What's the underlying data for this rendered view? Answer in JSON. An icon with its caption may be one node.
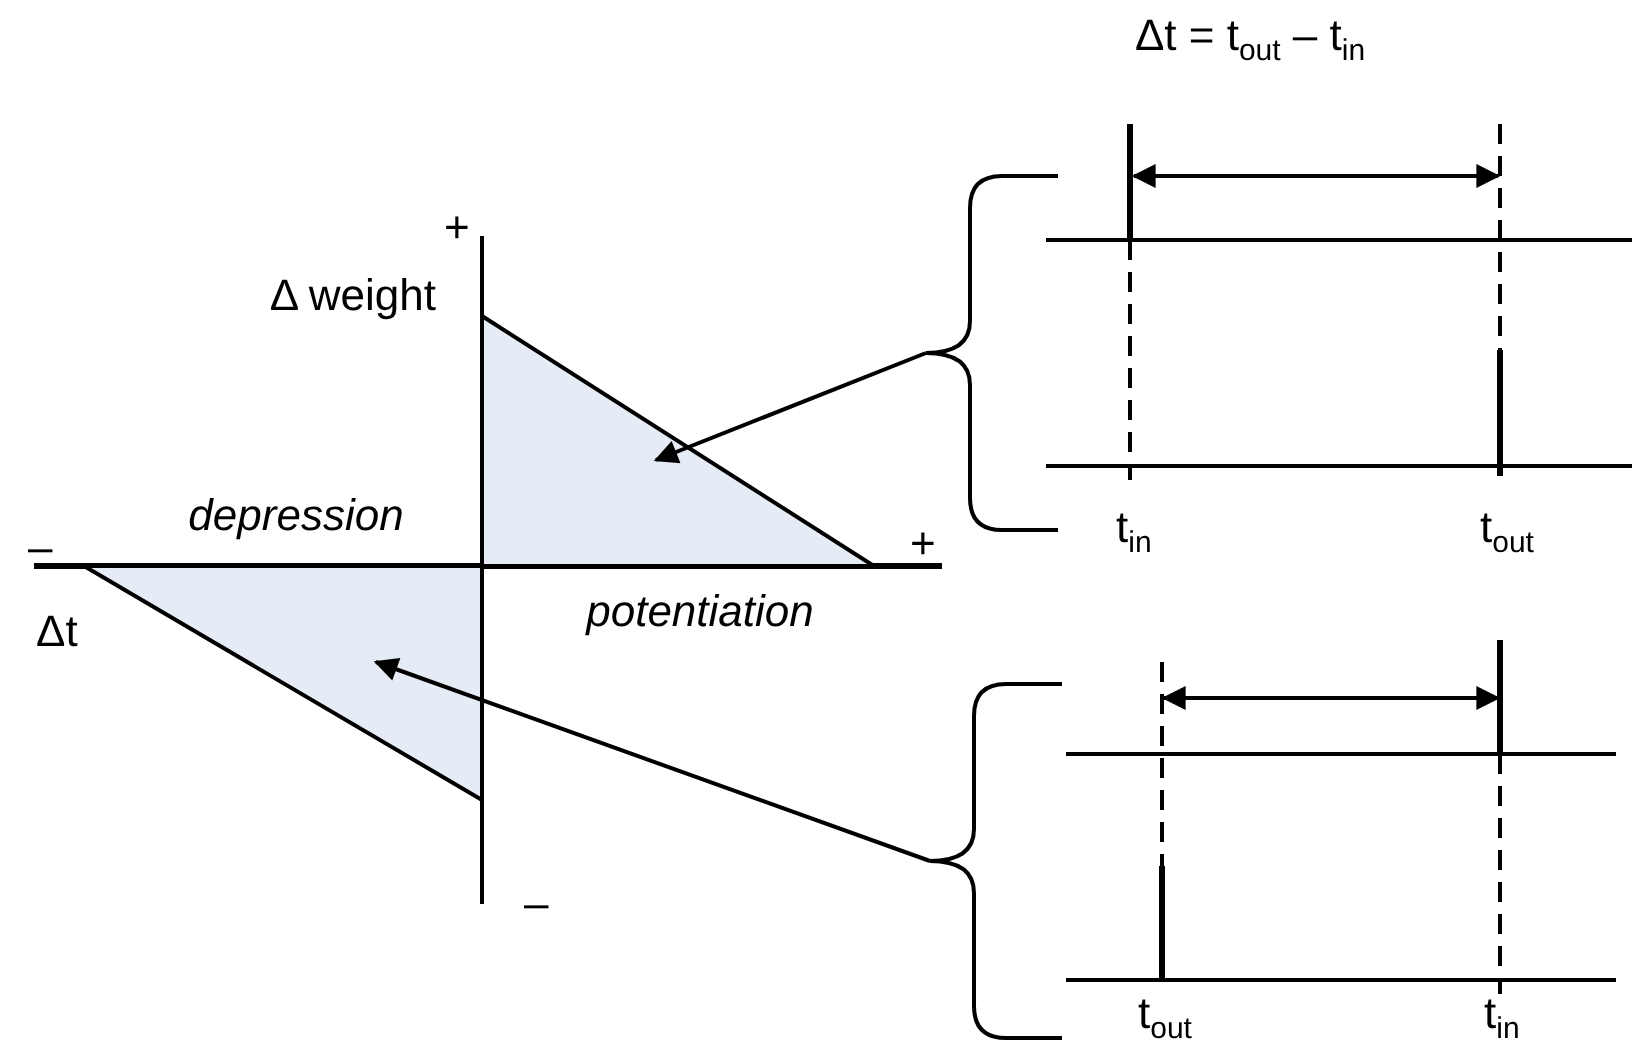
{
  "diagram": {
    "title": "Δt = t$_{out}$ – t$_{in}$",
    "nodes": [
      {
        "text": [],
        "shape": "triangle"
      },
      {
        "text": [],
        "shape": "triangle"
      },
      {
        "text": [],
        "shape": "brace"
      },
      {
        "text": [],
        "shape": "brace"
      }
    ],
    "edges": [
      {
        "from": 2,
        "to": 0,
        "arrow": "to"
      },
      {
        "from": 3,
        "to": 1,
        "arrow": "to"
      }
    ],
    "labels": [
      "+",
      "Δ weight",
      "depression",
      "–",
      "+",
      "Δt",
      "potentiation",
      "–",
      "t$_{in}$",
      "t$_{out}$",
      "t$_{out}$",
      "t$_{in}$"
    ]
  }
}
